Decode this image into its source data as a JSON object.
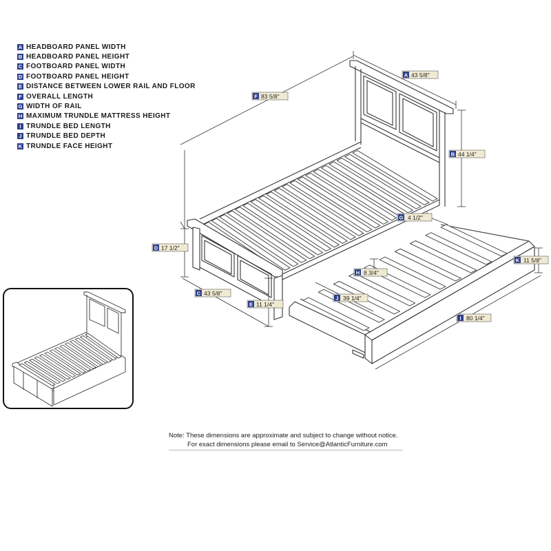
{
  "legend": [
    {
      "letter": "A",
      "label": "HEADBOARD PANEL WIDTH"
    },
    {
      "letter": "B",
      "label": "HEADBOARD PANEL HEIGHT"
    },
    {
      "letter": "C",
      "label": "FOOTBOARD PANEL WIDTH"
    },
    {
      "letter": "D",
      "label": "FOOTBOARD PANEL HEIGHT"
    },
    {
      "letter": "E",
      "label": "DISTANCE BETWEEN LOWER RAIL AND FLOOR"
    },
    {
      "letter": "F",
      "label": "OVERALL LENGTH"
    },
    {
      "letter": "G",
      "label": "WIDTH OF RAIL"
    },
    {
      "letter": "H",
      "label": "MAXIMUM TRUNDLE MATTRESS HEIGHT"
    },
    {
      "letter": "I",
      "label": "TRUNDLE BED LENGTH"
    },
    {
      "letter": "J",
      "label": "TRUNDLE BED DEPTH"
    },
    {
      "letter": "K",
      "label": "TRUNDLE FACE HEIGHT"
    }
  ],
  "dimensions": [
    {
      "letter": "A",
      "value": "43 5/8\""
    },
    {
      "letter": "B",
      "value": "44 1/4\""
    },
    {
      "letter": "C",
      "value": "43 5/8\""
    },
    {
      "letter": "D",
      "value": "17 1/2\""
    },
    {
      "letter": "E",
      "value": "11 1/4\""
    },
    {
      "letter": "F",
      "value": "83 5/8\""
    },
    {
      "letter": "G",
      "value": "4 1/2\""
    },
    {
      "letter": "H",
      "value": "8 3/4\""
    },
    {
      "letter": "I",
      "value": "80 1/4\""
    },
    {
      "letter": "J",
      "value": "39 1/4\""
    },
    {
      "letter": "K",
      "value": "11 5/8\""
    }
  ],
  "note": {
    "line1": "Note:  These dimensions are approximate and subject to change without notice.",
    "line2": "For exact dimensions please email to Service@AtlanticFurniture.com"
  },
  "colors": {
    "label_fill": "#2d3f8b",
    "tag_background": "#f1ead3",
    "line": "#333333"
  }
}
